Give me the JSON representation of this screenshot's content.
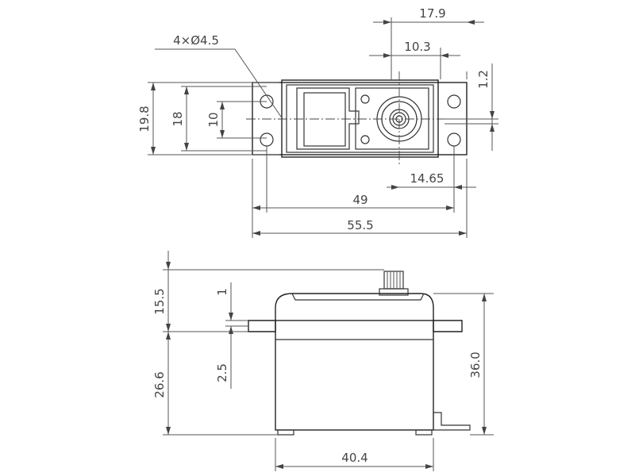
{
  "top_view": {
    "dimensions": {
      "overall_width": "55.5",
      "hole_spacing_width": "49",
      "output_to_edge": "14.65",
      "output_offset": "17.9",
      "output_spacing": "10.3",
      "overall_depth": "19.8",
      "hole_spacing_depth": "18",
      "case_depth_ref": "10",
      "shaft_offset": "1.2",
      "hole_callout": "4×Ø4.5"
    }
  },
  "side_view": {
    "dimensions": {
      "height_above_flange": "15.5",
      "flange_thickness": "1",
      "height_below_flange": "26.6",
      "flange_offset": "2.5",
      "total_height": "36.0",
      "case_width": "40.4"
    }
  }
}
